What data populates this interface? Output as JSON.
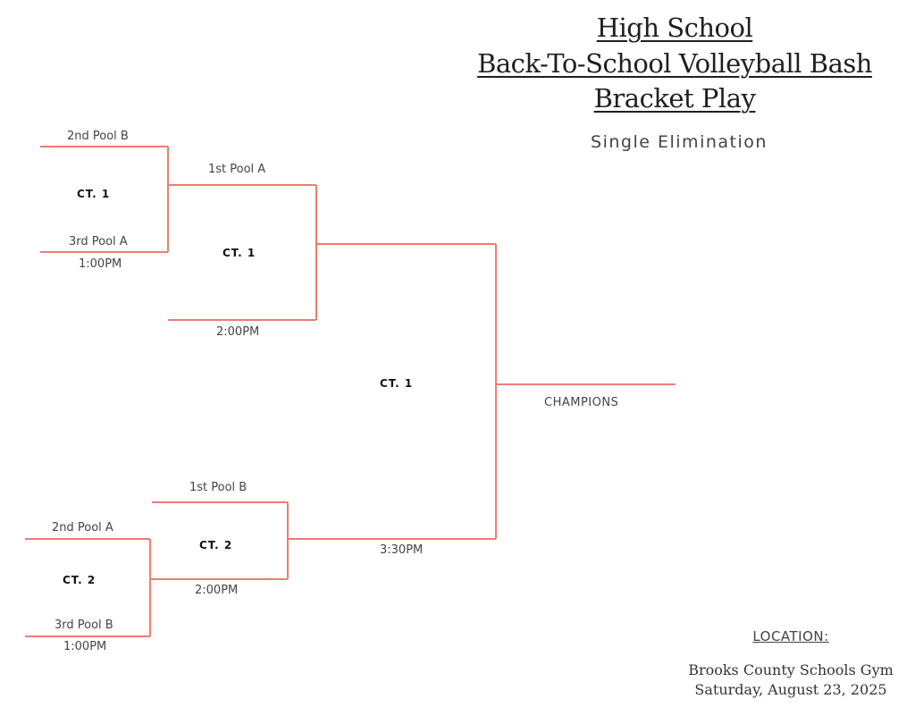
{
  "header": {
    "title_line1": "High School",
    "title_line2": "Back-To-School Volleyball Bash",
    "title_line3": "Bracket Play",
    "subtitle": "Single Elimination"
  },
  "bracket": {
    "top": {
      "match1": {
        "team1": "2nd Pool B",
        "team2": "3rd Pool A",
        "court": "CT. 1",
        "time": "1:00PM"
      },
      "match2": {
        "team1": "1st Pool A",
        "court": "CT. 1",
        "time": "2:00PM"
      }
    },
    "bottom": {
      "match1": {
        "team1": "2nd Pool A",
        "team2": "3rd Pool B",
        "court": "CT. 2",
        "time": "1:00PM"
      },
      "match2": {
        "team1": "1st Pool B",
        "court": "CT. 2",
        "time": "2:00PM"
      }
    },
    "final": {
      "court": "CT. 1",
      "time": "3:30PM",
      "winner_label": "CHAMPIONS"
    },
    "line_color": "#f07b73"
  },
  "location": {
    "label": "LOCATION:",
    "venue": "Brooks County Schools Gym",
    "date": "Saturday, August 23, 2025"
  }
}
